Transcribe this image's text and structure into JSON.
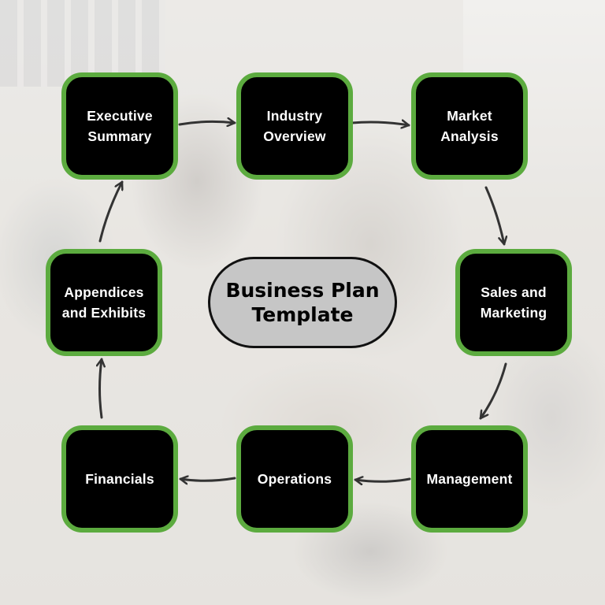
{
  "diagram": {
    "center_label": "Business Plan\nTemplate",
    "steps": [
      {
        "id": "executive-summary",
        "label": "Executive\nSummary"
      },
      {
        "id": "industry-overview",
        "label": "Industry\nOverview"
      },
      {
        "id": "market-analysis",
        "label": "Market\nAnalysis"
      },
      {
        "id": "sales-and-marketing",
        "label": "Sales and\nMarketing"
      },
      {
        "id": "management",
        "label": "Management"
      },
      {
        "id": "operations",
        "label": "Operations"
      },
      {
        "id": "financials",
        "label": "Financials"
      },
      {
        "id": "appendices-and-exhibits",
        "label": "Appendices\nand Exhibits"
      }
    ],
    "flow": [
      "executive-summary",
      "industry-overview",
      "market-analysis",
      "sales-and-marketing",
      "management",
      "operations",
      "financials",
      "appendices-and-exhibits",
      "executive-summary"
    ],
    "colors": {
      "node_fill": "#000000",
      "node_border": "#5cab3f",
      "center_fill": "#c6c6c6",
      "arrow": "#333333"
    }
  }
}
